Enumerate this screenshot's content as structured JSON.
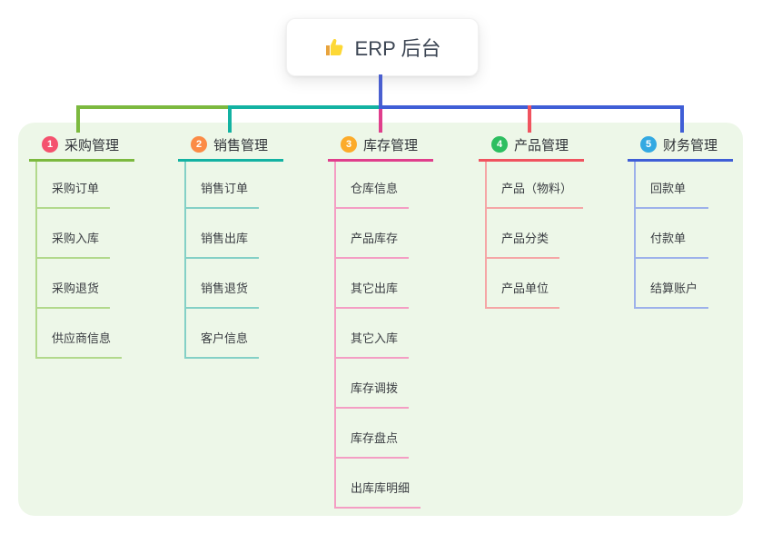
{
  "root": {
    "label": "ERP 后台",
    "icon": "thumbs-up-icon",
    "icon_color": "#fdd835"
  },
  "colors": {
    "page_bg": "#ffffff",
    "panel_bg": "#edf7e8",
    "root_connector": "#4a5fd0",
    "header_text": "#303338",
    "item_text": "#3a3d42"
  },
  "branches": [
    {
      "badge": "1",
      "label": "采购管理",
      "badge_color": "#f4526e",
      "main_color": "#7cb93f",
      "sub_color": "#b2d98c",
      "children": [
        "采购订单",
        "采购入库",
        "采购退货",
        "供应商信息"
      ]
    },
    {
      "badge": "2",
      "label": "销售管理",
      "badge_color": "#fb8b46",
      "main_color": "#13b2a2",
      "sub_color": "#84d0c6",
      "children": [
        "销售订单",
        "销售出库",
        "销售退货",
        "客户信息"
      ]
    },
    {
      "badge": "3",
      "label": "库存管理",
      "badge_color": "#fcab2a",
      "main_color": "#e03e8c",
      "sub_color": "#f49ec4",
      "children": [
        "仓库信息",
        "产品库存",
        "其它出库",
        "其它入库",
        "库存调拨",
        "库存盘点",
        "出库库明细"
      ]
    },
    {
      "badge": "4",
      "label": "产品管理",
      "badge_color": "#2dbe60",
      "main_color": "#f0535f",
      "sub_color": "#f5a6a6",
      "children": [
        "产品（物料）",
        "产品分类",
        "产品单位"
      ]
    },
    {
      "badge": "5",
      "label": "财务管理",
      "badge_color": "#33a9e2",
      "main_color": "#3f5ed6",
      "sub_color": "#9db1ea",
      "children": [
        "回款单",
        "付款单",
        "结算账户"
      ]
    }
  ]
}
